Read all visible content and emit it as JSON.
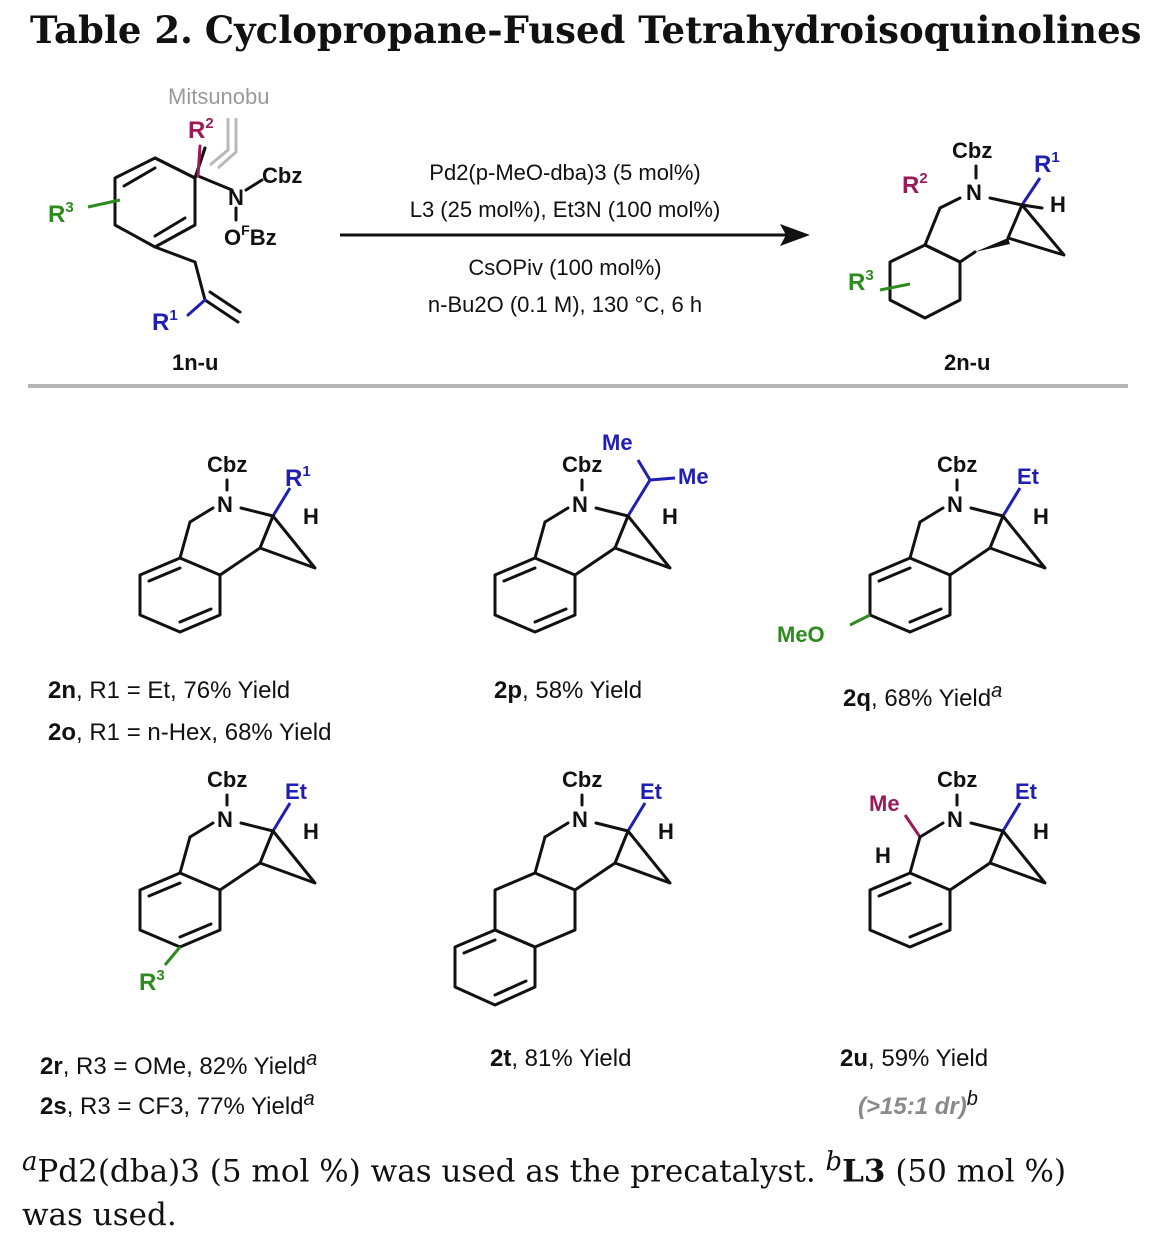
{
  "table": {
    "title_label": "Table 2.",
    "title_text": "Cyclopropane-Fused Tetrahydroisoquinolines"
  },
  "scheme": {
    "mitsunobu": "Mitsunobu",
    "substrate_label": "1n-u",
    "product_label": "2n-u",
    "conditions": {
      "line1": "Pd2(p-MeO-dba)3 (5 mol%)",
      "line2": "L3 (25 mol%), Et3N (100 mol%)",
      "line3": "CsOPiv (100 mol%)",
      "line4": "n-Bu2O (0.1 M), 130 °C, 6 h"
    },
    "colors": {
      "r1": "#1f1fb4",
      "r2": "#9b1b5a",
      "r3": "#2e8b1f",
      "mitsunobu": "#9a9a9a"
    }
  },
  "entries": [
    {
      "id": "2n",
      "text": ", R1 = Et, 76% Yield"
    },
    {
      "id": "2o",
      "text": ", R1 = n-Hex, 68% Yield"
    },
    {
      "id": "2p",
      "text": ", 58% Yield"
    },
    {
      "id": "2q",
      "text": ", 68% Yield",
      "note": "a"
    },
    {
      "id": "2r",
      "text": ", R3 = OMe, 82% Yield",
      "note": "a"
    },
    {
      "id": "2s",
      "text": ", R3 = CF3, 77% Yield",
      "note": "a"
    },
    {
      "id": "2t",
      "text": ", 81% Yield"
    },
    {
      "id": "2u",
      "text": ", 59% Yield"
    },
    {
      "id": "2u-dr",
      "text": "(>15:1 dr)",
      "note": "b"
    }
  ],
  "footnotes": {
    "a_mark": "a",
    "a_text": "Pd2(dba)3 (5 mol %) was used as the precatalyst.",
    "b_mark": "b",
    "b_bold": "L3",
    "b_text": "(50 mol %) was used."
  }
}
